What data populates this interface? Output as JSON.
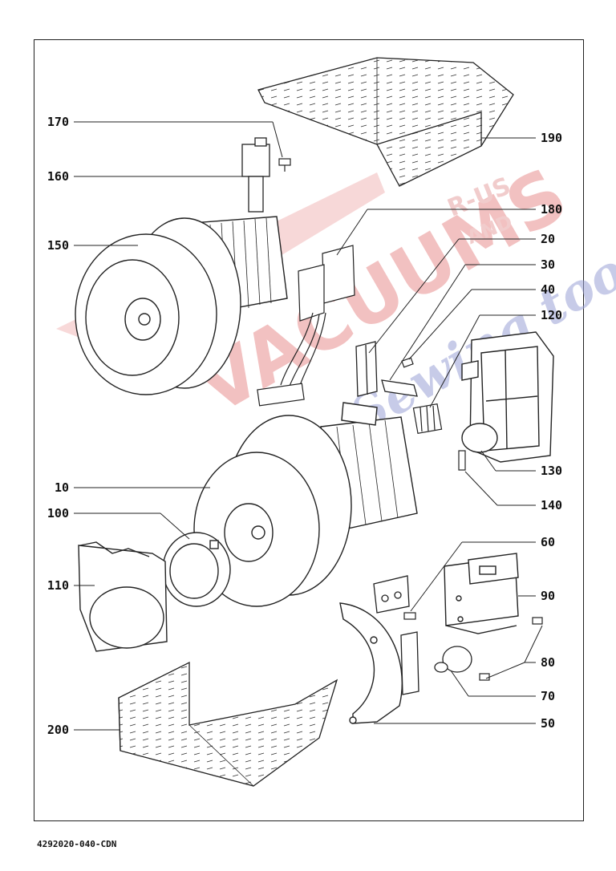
{
  "document": {
    "code": "4292020-040-CDN"
  },
  "watermark": {
    "brand": "VACUUMS",
    "top_right": "R-US",
    "and_text": "AND",
    "script_text": "Sewing too",
    "brand_color": "#e8a0a0",
    "script_color": "#b8bde0"
  },
  "callouts": {
    "c10": "10",
    "c20": "20",
    "c30": "30",
    "c40": "40",
    "c50": "50",
    "c60": "60",
    "c70": "70",
    "c80": "80",
    "c90": "90",
    "c100": "100",
    "c110": "110",
    "c120": "120",
    "c130": "130",
    "c140": "140",
    "c150": "150",
    "c160": "160",
    "c170": "170",
    "c180": "180",
    "c190": "190",
    "c200": "200"
  }
}
